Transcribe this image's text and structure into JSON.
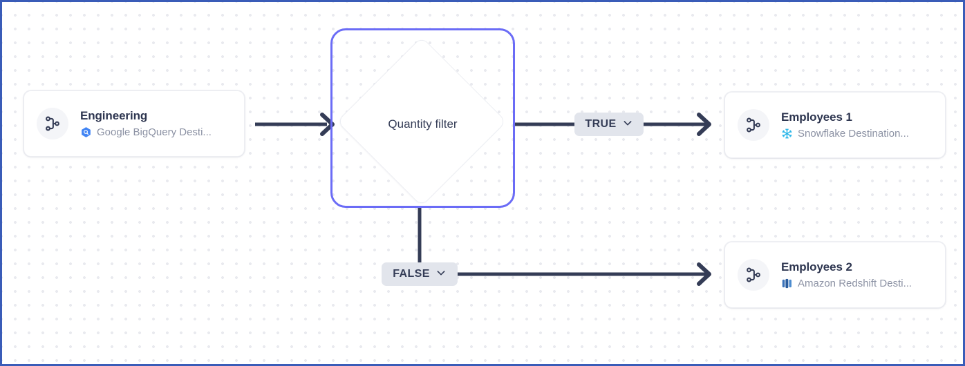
{
  "canvas": {
    "accent_selected": "#6b6cf6",
    "edge_color": "#343c56",
    "frame_color": "#3a5cb8",
    "grid_dot_color": "#e9eaef"
  },
  "nodes": {
    "source": {
      "title": "Engineering",
      "subtitle": "Google BigQuery Desti...",
      "node_icon": "branch-icon",
      "connector_icon": "google-bigquery-icon",
      "connector_color": "#4285f4"
    },
    "filter": {
      "label": "Quantity filter",
      "shape": "diamond",
      "selected": true
    },
    "destination_1": {
      "title": "Employees 1",
      "subtitle": "Snowflake Destination...",
      "node_icon": "branch-icon",
      "connector_icon": "snowflake-icon",
      "connector_color": "#29b5e8"
    },
    "destination_2": {
      "title": "Employees 2",
      "subtitle": "Amazon Redshift Desti...",
      "node_icon": "branch-icon",
      "connector_icon": "amazon-redshift-icon",
      "connector_color": "#3b73b9"
    }
  },
  "edges": {
    "true_branch": {
      "label": "TRUE",
      "chevron": "chevron-down-icon"
    },
    "false_branch": {
      "label": "FALSE",
      "chevron": "chevron-down-icon"
    }
  }
}
